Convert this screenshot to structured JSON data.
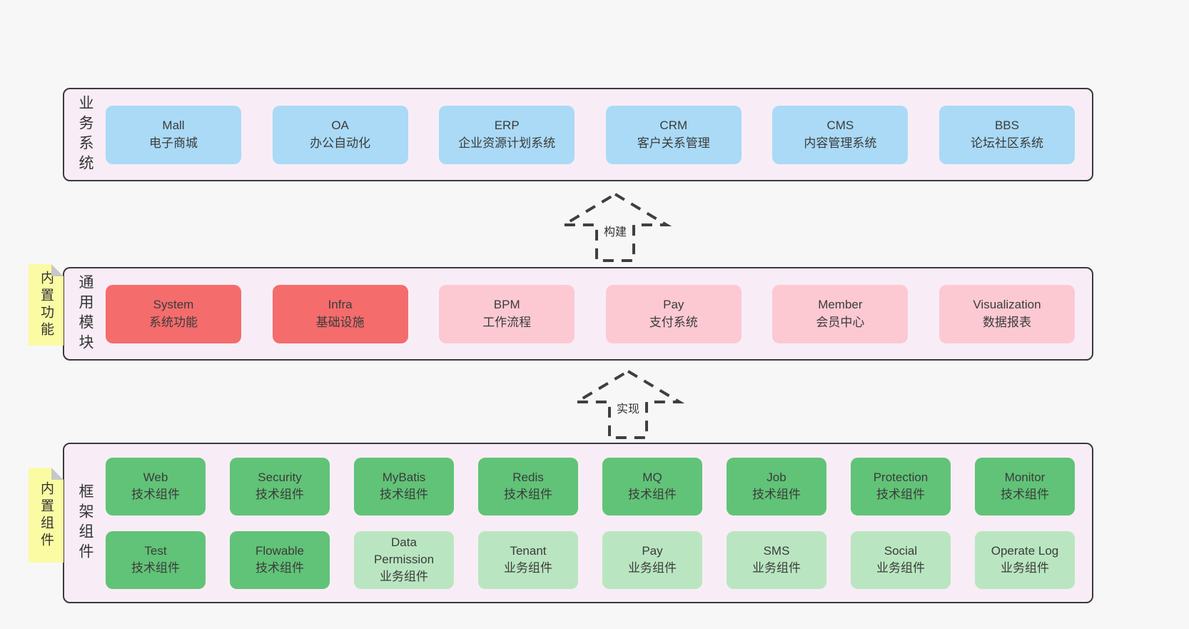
{
  "page": {
    "background": "#f7f7f7"
  },
  "colors": {
    "band_background": "#f8edf6",
    "band_border": "#3a3a3a",
    "note_background": "#fbfba3",
    "note_fold": "#c7c7c7",
    "text": "#3b3b3b",
    "arrow_dash": "#3f3f3f",
    "box_types": {
      "blue": "#aadaf6",
      "red": "#f56c6c",
      "pink": "#fcc9d3",
      "green_dark": "#61c377",
      "green_light": "#b9e6c0"
    }
  },
  "arrows": [
    {
      "label": "构建"
    },
    {
      "label": "实现"
    }
  ],
  "bands": [
    {
      "id": "business-systems",
      "label": "业务系统",
      "rows": [
        [
          {
            "title": "Mall",
            "subtitle": "电子商城",
            "type": "blue"
          },
          {
            "title": "OA",
            "subtitle": "办公自动化",
            "type": "blue"
          },
          {
            "title": "ERP",
            "subtitle": "企业资源计划系统",
            "type": "blue"
          },
          {
            "title": "CRM",
            "subtitle": "客户关系管理",
            "type": "blue"
          },
          {
            "title": "CMS",
            "subtitle": "内容管理系统",
            "type": "blue"
          },
          {
            "title": "BBS",
            "subtitle": "论坛社区系统",
            "type": "blue"
          }
        ]
      ]
    },
    {
      "id": "common-modules",
      "label": "通用模块",
      "note": "内置功能",
      "rows": [
        [
          {
            "title": "System",
            "subtitle": "系统功能",
            "type": "red"
          },
          {
            "title": "Infra",
            "subtitle": "基础设施",
            "type": "red"
          },
          {
            "title": "BPM",
            "subtitle": "工作流程",
            "type": "pink"
          },
          {
            "title": "Pay",
            "subtitle": "支付系统",
            "type": "pink"
          },
          {
            "title": "Member",
            "subtitle": "会员中心",
            "type": "pink"
          },
          {
            "title": "Visualization",
            "subtitle": "数据报表",
            "type": "pink"
          }
        ]
      ]
    },
    {
      "id": "framework-components",
      "label": "框架组件",
      "note": "内置组件",
      "rows": [
        [
          {
            "title": "Web",
            "subtitle": "技术组件",
            "type": "green_dark"
          },
          {
            "title": "Security",
            "subtitle": "技术组件",
            "type": "green_dark"
          },
          {
            "title": "MyBatis",
            "subtitle": "技术组件",
            "type": "green_dark"
          },
          {
            "title": "Redis",
            "subtitle": "技术组件",
            "type": "green_dark"
          },
          {
            "title": "MQ",
            "subtitle": "技术组件",
            "type": "green_dark"
          },
          {
            "title": "Job",
            "subtitle": "技术组件",
            "type": "green_dark"
          },
          {
            "title": "Protection",
            "subtitle": "技术组件",
            "type": "green_dark"
          },
          {
            "title": "Monitor",
            "subtitle": "技术组件",
            "type": "green_dark"
          }
        ],
        [
          {
            "title": "Test",
            "subtitle": "技术组件",
            "type": "green_dark"
          },
          {
            "title": "Flowable",
            "subtitle": "技术组件",
            "type": "green_dark"
          },
          {
            "title": "Data Permission",
            "subtitle": "业务组件",
            "type": "green_light"
          },
          {
            "title": "Tenant",
            "subtitle": "业务组件",
            "type": "green_light"
          },
          {
            "title": "Pay",
            "subtitle": "业务组件",
            "type": "green_light"
          },
          {
            "title": "SMS",
            "subtitle": "业务组件",
            "type": "green_light"
          },
          {
            "title": "Social",
            "subtitle": "业务组件",
            "type": "green_light"
          },
          {
            "title": "Operate Log",
            "subtitle": "业务组件",
            "type": "green_light"
          }
        ]
      ]
    }
  ]
}
